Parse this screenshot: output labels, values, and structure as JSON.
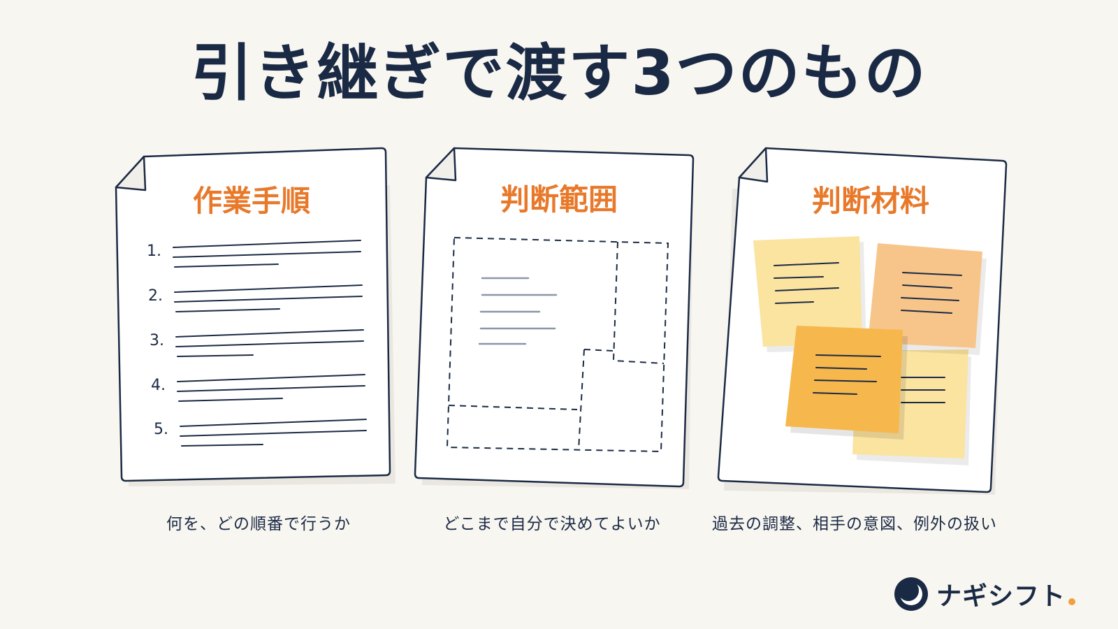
{
  "title": "引き継ぎで渡す3つのもの",
  "cards": [
    {
      "heading": "作業手順",
      "caption": "何を、どの順番で行うか",
      "list_numbers": [
        "1.",
        "2.",
        "3.",
        "4.",
        "5."
      ]
    },
    {
      "heading": "判断範囲",
      "caption": "どこまで自分で決めてよいか"
    },
    {
      "heading": "判断材料",
      "caption": "過去の調整、相手の意図、例外の扱い"
    }
  ],
  "brand": {
    "name": "ナギシフト"
  },
  "colors": {
    "background": "#f8f6f1",
    "navy": "#1b2a44",
    "orange": "#e8792a",
    "note_pale": "#fbe3a0",
    "note_peach": "#f7c58a",
    "note_orange": "#f6b74c"
  }
}
